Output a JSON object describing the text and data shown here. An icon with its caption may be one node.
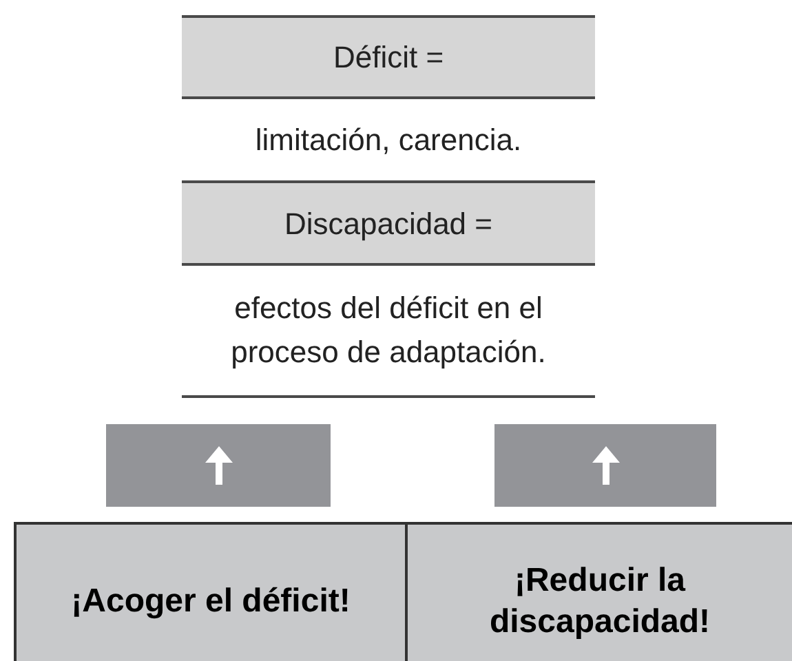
{
  "diagram": {
    "nodes": [
      {
        "text": [
          "Déficit ="
        ]
      },
      {
        "text": [
          "limitación, carencia."
        ]
      },
      {
        "text": [
          "Discapacidad ="
        ]
      },
      {
        "text": [
          "efectos del déficit en el proceso de adaptación."
        ]
      },
      {
        "text": [],
        "shape": "box"
      },
      {
        "text": [],
        "shape": "box"
      },
      {
        "text": [
          "¡Acoger el déficit!"
        ]
      },
      {
        "text": [
          "¡Reducir la discapacidad!"
        ]
      }
    ]
  }
}
